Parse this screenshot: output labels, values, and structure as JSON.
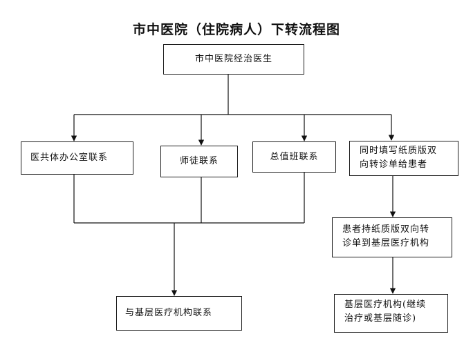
{
  "title": "市中医院（住院病人）下转流程图",
  "nodes": {
    "top": "市中医院经治医生",
    "office": "医共体办公室联系",
    "mentor": "师徒联系",
    "duty": "总值班联系",
    "form": "同时填写纸质版双向转诊单给患者",
    "patient": "患者持纸质版双向转诊单到基层医疗机构",
    "contact": "与基层医疗机构联系",
    "continue": "基层医疗机构（继续治疗或基层随诊）"
  },
  "node_lines": {
    "form": [
      "同时填写纸质版双",
      "向转诊单给患者"
    ],
    "patient": [
      "患者持纸质版双向转",
      "诊单到基层医疗机构"
    ],
    "continue": [
      "基层医疗机构(继续",
      "治疗或基层随诊)"
    ]
  },
  "edges": [
    {
      "from": "top",
      "to": "office"
    },
    {
      "from": "top",
      "to": "mentor"
    },
    {
      "from": "top",
      "to": "duty"
    },
    {
      "from": "top",
      "to": "form"
    },
    {
      "from": "form",
      "to": "patient"
    },
    {
      "from": "patient",
      "to": "continue"
    },
    {
      "from": "office",
      "to": "contact"
    },
    {
      "from": "mentor",
      "to": "contact"
    },
    {
      "from": "duty",
      "to": "contact"
    }
  ]
}
